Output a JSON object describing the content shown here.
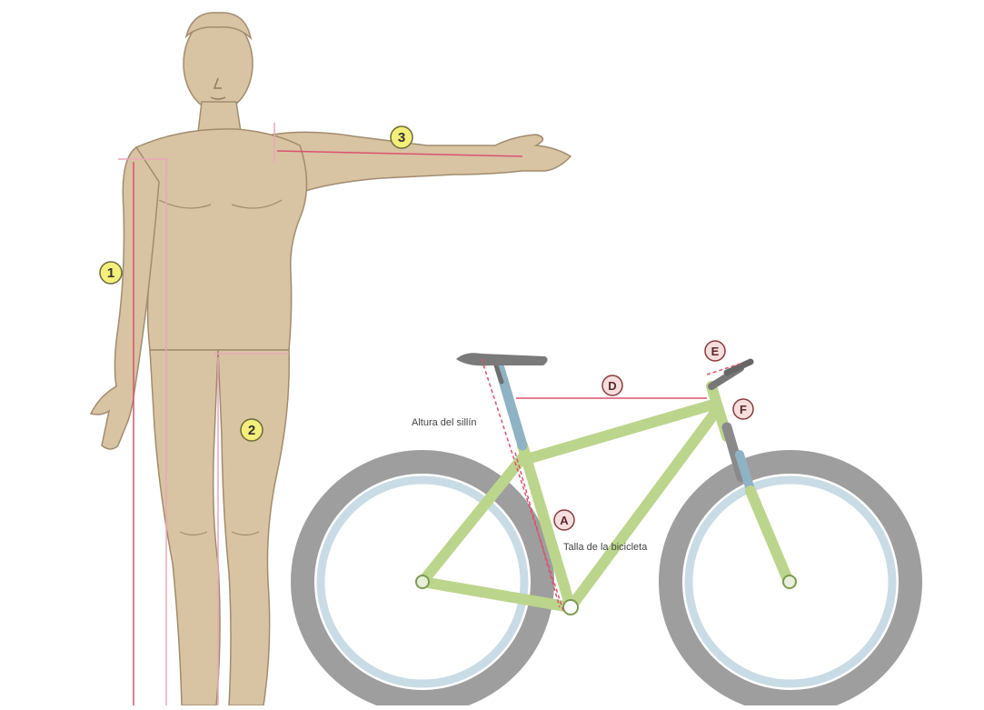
{
  "badges": {
    "shoulder_height": "1",
    "inseam": "2",
    "arm_length": "3",
    "frame_size": "A",
    "reach": "D",
    "handlebar_stem": "E",
    "head_tube": "F"
  },
  "labels": {
    "saddle_height": "Altura del sillín",
    "frame_size": "Talla de la bicicleta"
  },
  "colors": {
    "skin": "#d8c3a3",
    "skin_outline": "#a18c6e",
    "frame": "#bcd58c",
    "frame_outline": "#7d9a53",
    "tire": "#9e9e9e",
    "rim": "#c9dce6",
    "fork": "#8fb2c4",
    "measure_line": "#d9536f",
    "badge_number_fill": "#f4ee7a",
    "badge_letter_fill": "#f6dede"
  }
}
